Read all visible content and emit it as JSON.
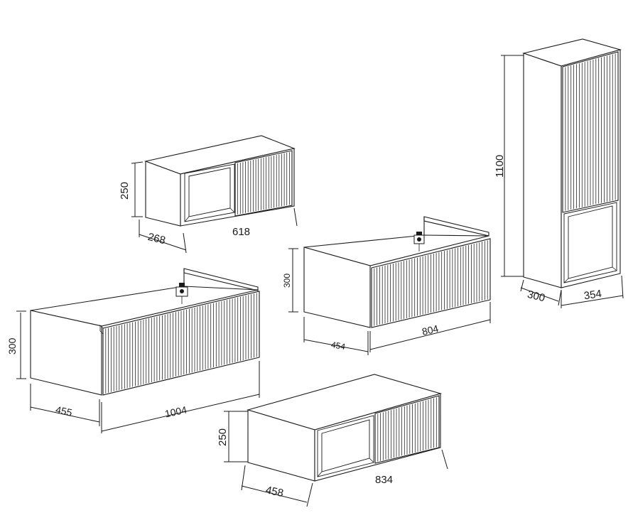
{
  "diagram": {
    "units": [
      {
        "id": "wall-cabinet-618",
        "dimensions": {
          "height": "250",
          "depth": "268",
          "width": "618"
        }
      },
      {
        "id": "vanity-1004",
        "dimensions": {
          "height": "300",
          "depth": "455",
          "width": "1004"
        }
      },
      {
        "id": "vanity-804",
        "dimensions": {
          "height": "300",
          "depth": "454",
          "width": "804"
        }
      },
      {
        "id": "tall-cabinet-1100",
        "dimensions": {
          "height": "1100",
          "depth": "300",
          "width": "354"
        }
      },
      {
        "id": "wall-cabinet-834",
        "dimensions": {
          "height": "250",
          "depth": "458",
          "width": "834"
        }
      }
    ]
  }
}
